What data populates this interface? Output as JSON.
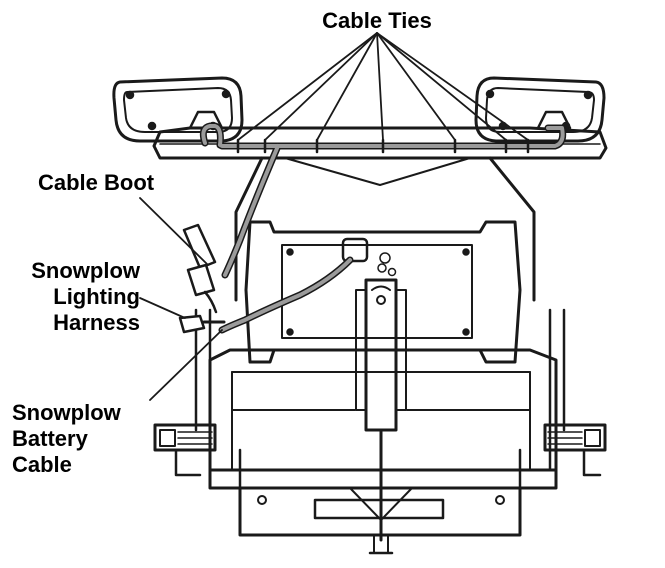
{
  "callouts": {
    "cable_ties": "Cable Ties",
    "cable_boot": "Cable Boot",
    "lighting_harness": [
      "Snowplow",
      "Lighting",
      "Harness"
    ],
    "battery_cable": [
      "Snowplow",
      "Battery",
      "Cable"
    ]
  },
  "colors": {
    "ink": "#1a1a1a",
    "cable_fill": "#9b9b9b",
    "background": "#ffffff"
  }
}
